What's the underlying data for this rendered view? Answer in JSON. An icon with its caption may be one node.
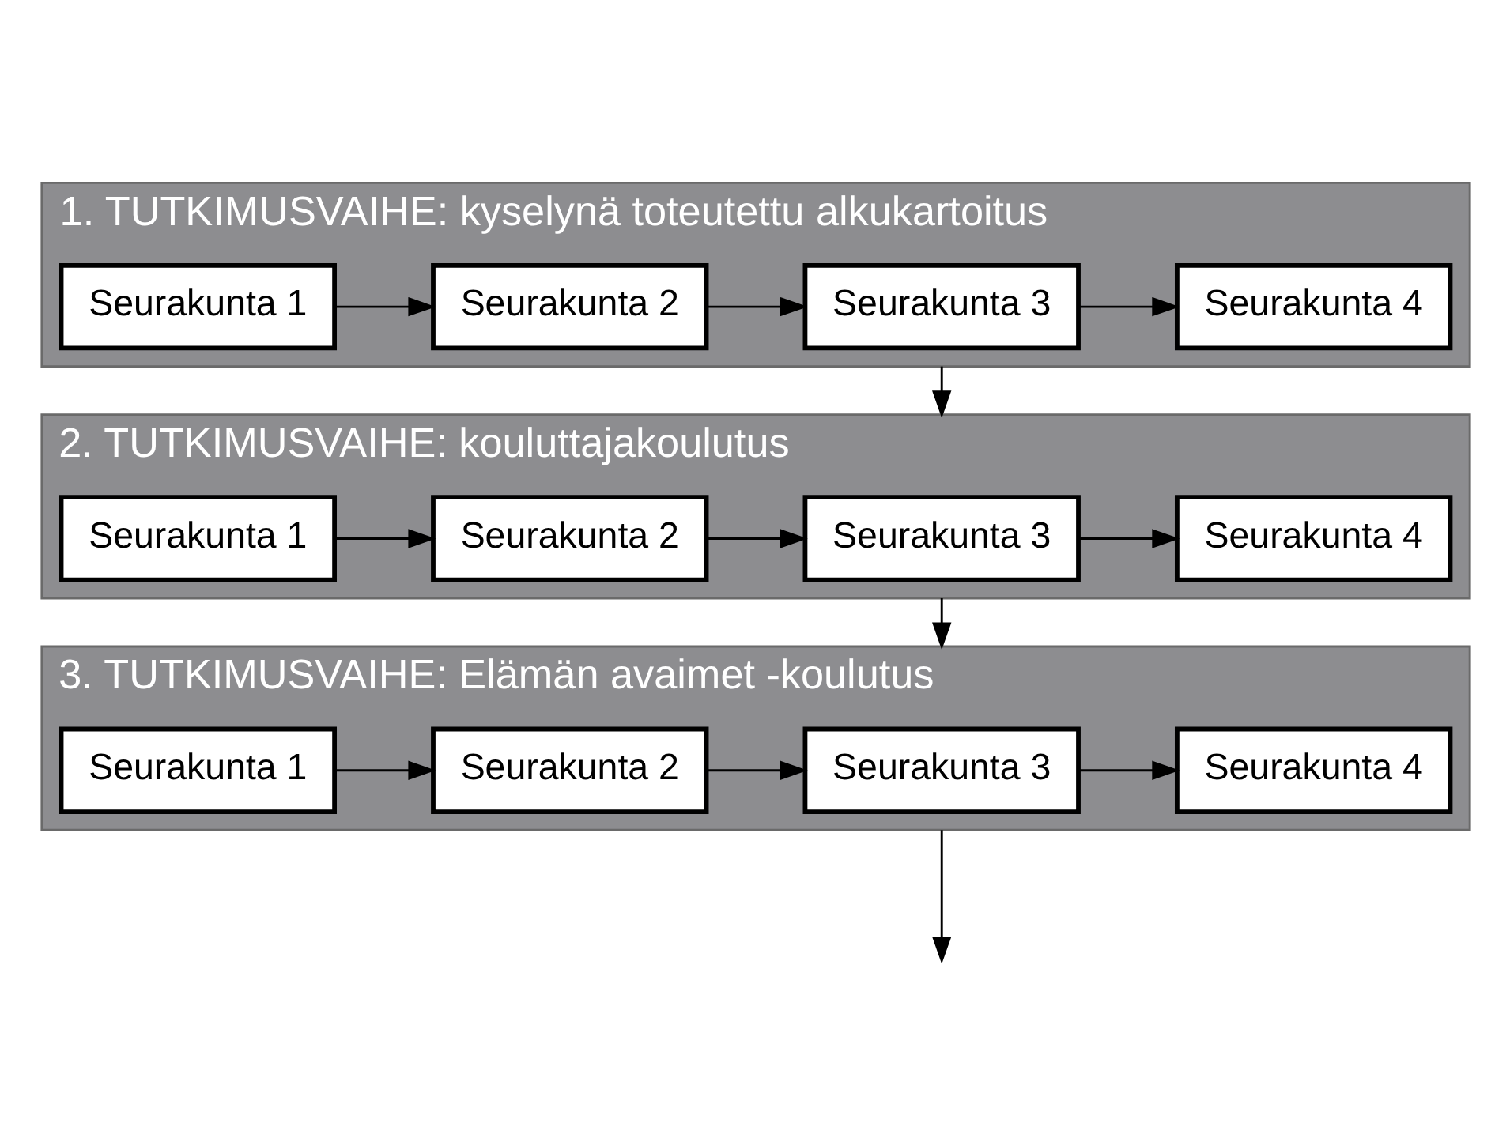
{
  "diagram": {
    "nodes": [
      {
        "text": [
          "1. TUTKIMUSVAIHE: kyselynä toteutettu alkukartoitus"
        ]
      },
      {
        "text": [
          "Seurakunta 1"
        ],
        "in": 0
      },
      {
        "text": [
          "Seurakunta 2"
        ],
        "in": 0
      },
      {
        "text": [
          "Seurakunta 3"
        ],
        "in": 0
      },
      {
        "text": [
          "Seurakunta 4"
        ],
        "in": 0
      },
      {
        "text": [
          "2. TUTKIMUSVAIHE: kouluttajakoulutus"
        ]
      },
      {
        "text": [
          "Seurakunta 1"
        ],
        "in": 5
      },
      {
        "text": [
          "Seurakunta 2"
        ],
        "in": 5
      },
      {
        "text": [
          "Seurakunta 3"
        ],
        "in": 5
      },
      {
        "text": [
          "Seurakunta 4"
        ],
        "in": 5
      },
      {
        "text": [
          "3. TUTKIMUSVAIHE: Elämän avaimet -koulutus"
        ]
      },
      {
        "text": [
          "Seurakunta 1"
        ],
        "in": 10
      },
      {
        "text": [
          "Seurakunta 2"
        ],
        "in": 10
      },
      {
        "text": [
          "Seurakunta 3"
        ],
        "in": 10
      },
      {
        "text": [
          "Seurakunta 4"
        ],
        "in": 10
      }
    ],
    "edges": [
      {
        "from": 1,
        "to": 2,
        "arrow": "to"
      },
      {
        "from": 2,
        "to": 3,
        "arrow": "to"
      },
      {
        "from": 3,
        "to": 4,
        "arrow": "to"
      },
      {
        "from": 0,
        "to": 5,
        "arrow": "to"
      },
      {
        "from": 6,
        "to": 7,
        "arrow": "to"
      },
      {
        "from": 7,
        "to": 8,
        "arrow": "to"
      },
      {
        "from": 8,
        "to": 9,
        "arrow": "to"
      },
      {
        "from": 5,
        "to": 10,
        "arrow": "to"
      },
      {
        "from": 11,
        "to": 12,
        "arrow": "to"
      },
      {
        "from": 12,
        "to": 13,
        "arrow": "to"
      },
      {
        "from": 13,
        "to": 14,
        "arrow": "to"
      },
      {
        "from": 10,
        "to": null,
        "arrow": "to"
      }
    ]
  }
}
